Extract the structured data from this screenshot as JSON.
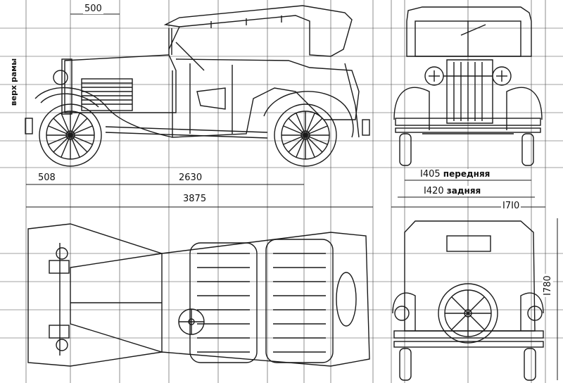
{
  "dimensions": {
    "top_offset": "500",
    "front_overhang": "508",
    "wheelbase": "2630",
    "overall_length": "3875",
    "front_track": "I405",
    "front_track_label": "передняя",
    "rear_track": "I420",
    "rear_track_label": "задняя",
    "overall_width": "I7I0",
    "overall_height": "I780"
  },
  "labels": {
    "frame_top": "верх рамы"
  },
  "colors": {
    "ink": "#1a1a1a",
    "paper": "#ffffff"
  }
}
